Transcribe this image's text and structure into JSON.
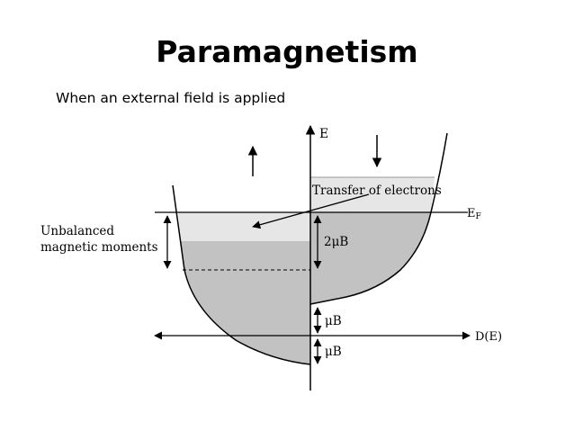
{
  "slide": {
    "title": "Paramagnetism",
    "subtitle": "When an external field is applied"
  },
  "diagram": {
    "axis_energy_label": "E",
    "axis_dos_label": "D(E)",
    "fermi_label_main": "E",
    "fermi_label_sub": "F",
    "transfer_label": "Transfer of electrons",
    "unbalanced_label_line1": "Unbalanced",
    "unbalanced_label_line2": "magnetic moments",
    "shift_2mub": "2μB",
    "shift_mub_upper": "μB",
    "shift_mub_lower": "μB"
  },
  "colors": {
    "filled_band": "#c2c2c2",
    "transferred_region": "#e6e6e6",
    "line": "#000000"
  }
}
